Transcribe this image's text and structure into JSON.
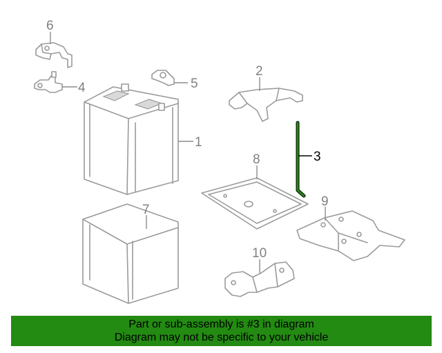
{
  "diagram": {
    "callouts": [
      {
        "id": "1",
        "label": "1"
      },
      {
        "id": "2",
        "label": "2"
      },
      {
        "id": "3",
        "label": "3",
        "highlighted": true
      },
      {
        "id": "4",
        "label": "4"
      },
      {
        "id": "5",
        "label": "5"
      },
      {
        "id": "6",
        "label": "6"
      },
      {
        "id": "7",
        "label": "7"
      },
      {
        "id": "8",
        "label": "8"
      },
      {
        "id": "9",
        "label": "9"
      },
      {
        "id": "10",
        "label": "10"
      }
    ],
    "highlight_color": "#238a12",
    "line_color": "#9a9a9a"
  },
  "footer": {
    "line1": "Part or sub-assembly is #3 in diagram",
    "line2": "Diagram may not be specific to your vehicle",
    "background": "#238a12"
  }
}
